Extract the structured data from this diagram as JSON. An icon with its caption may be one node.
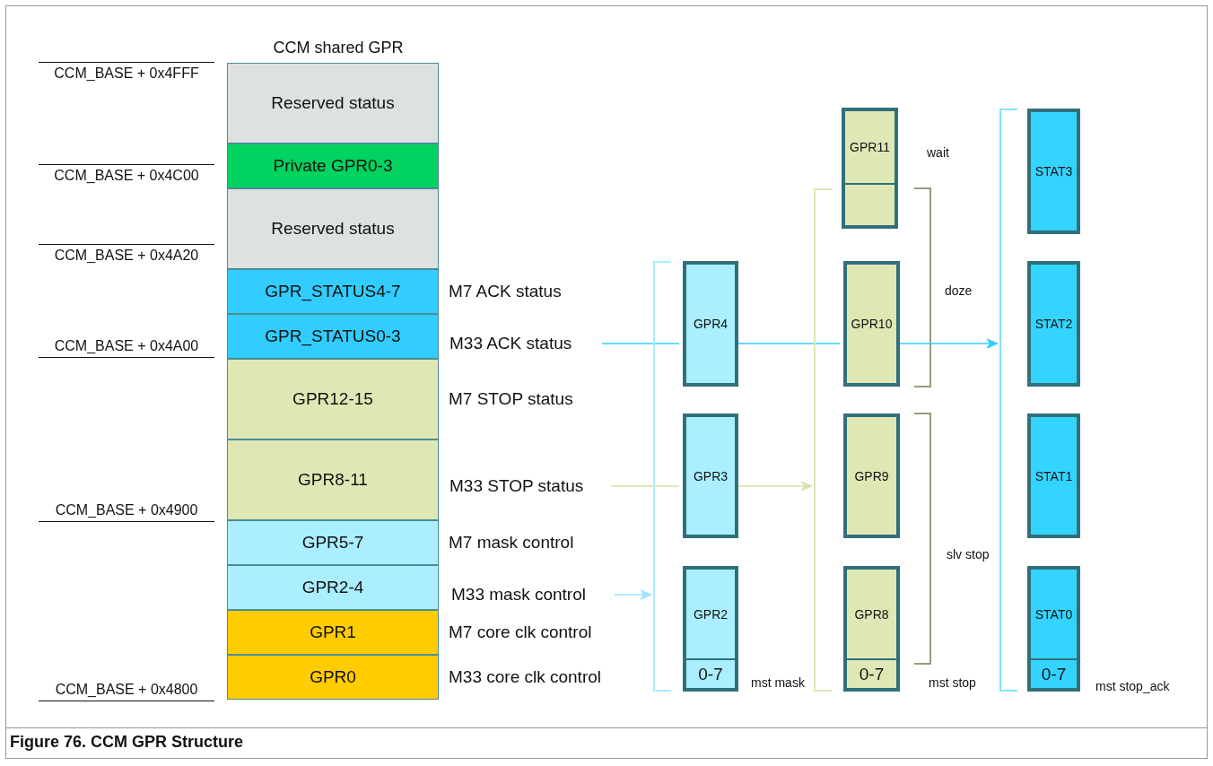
{
  "diagram": {
    "title": "CCM shared GPR",
    "caption": "Figure 76. CCM GPR Structure",
    "nodes": [
      {
        "text": [
          "Reserved status"
        ]
      },
      {
        "text": [
          "Private GPR0-3"
        ]
      },
      {
        "text": [
          "Reserved status"
        ]
      },
      {
        "text": [
          "GPR_STATUS4-7"
        ],
        "beside": [
          "M7 ACK status"
        ]
      },
      {
        "text": [
          "GPR_STATUS0-3"
        ]
      },
      {
        "text": [
          "M33 ACK status"
        ]
      },
      {
        "text": [
          "GPR12-15"
        ],
        "beside": [
          "M7 STOP status"
        ]
      },
      {
        "text": [
          "GPR8-11"
        ]
      },
      {
        "text": [
          "M33 STOP status"
        ]
      },
      {
        "text": [
          "GPR5-7"
        ],
        "beside": [
          "M7 mask control"
        ]
      },
      {
        "text": [
          "GPR2-4"
        ]
      },
      {
        "text": [
          "M33 mask control"
        ]
      },
      {
        "text": [
          "GPR1"
        ],
        "beside": [
          "M7 core clk control"
        ]
      },
      {
        "text": [
          "GPR0"
        ],
        "beside": [
          "M33 core clk control"
        ]
      },
      {
        "text": [],
        "shape": "bracket",
        "beside": [
          "mst mask"
        ]
      },
      {
        "text": [
          "GPR4"
        ],
        "in": 14
      },
      {
        "text": [
          "GPR3"
        ],
        "in": 14
      },
      {
        "text": [
          "GPR2",
          "0-7"
        ],
        "in": 14
      },
      {
        "text": [
          "GPR11"
        ],
        "beside": [
          "wait"
        ]
      },
      {
        "text": [],
        "shape": "bracket",
        "beside": [
          "mst stop"
        ]
      },
      {
        "text": [
          "GPR10"
        ],
        "in": 19
      },
      {
        "text": [
          "GPR9"
        ],
        "in": 19
      },
      {
        "text": [
          "GPR8",
          "0-7"
        ],
        "in": 19
      },
      {
        "text": [],
        "shape": "bracket",
        "beside": [
          "mst stop_ack"
        ]
      },
      {
        "text": [
          "STAT3"
        ],
        "in": 23
      },
      {
        "text": [
          "STAT2"
        ],
        "in": 23
      },
      {
        "text": [
          "STAT1"
        ],
        "in": 23
      },
      {
        "text": [
          "STAT0",
          "0-7"
        ],
        "in": 23
      }
    ],
    "edges": [
      {
        "from": 5,
        "to": 15,
        "arrow": "none",
        "color": "#33ccff"
      },
      {
        "from": 15,
        "to": 20,
        "arrow": "none",
        "color": "#33ccff"
      },
      {
        "from": 20,
        "to": 23,
        "arrow": "to",
        "color": "#33ccff"
      },
      {
        "from": 8,
        "to": 16,
        "arrow": "none",
        "color": "#d6e3a6"
      },
      {
        "from": 16,
        "to": 19,
        "arrow": "to",
        "color": "#d6e3a6"
      },
      {
        "from": 11,
        "to": 14,
        "arrow": "to",
        "color": "#99e6fa"
      }
    ],
    "labels": [
      "CCM_BASE + 0x4FFF",
      "CCM_BASE + 0x4C00",
      "CCM_BASE + 0x4A20",
      "CCM_BASE + 0x4A00",
      "CCM_BASE + 0x4900",
      "CCM_BASE + 0x4800",
      "doze",
      "slv stop"
    ]
  }
}
